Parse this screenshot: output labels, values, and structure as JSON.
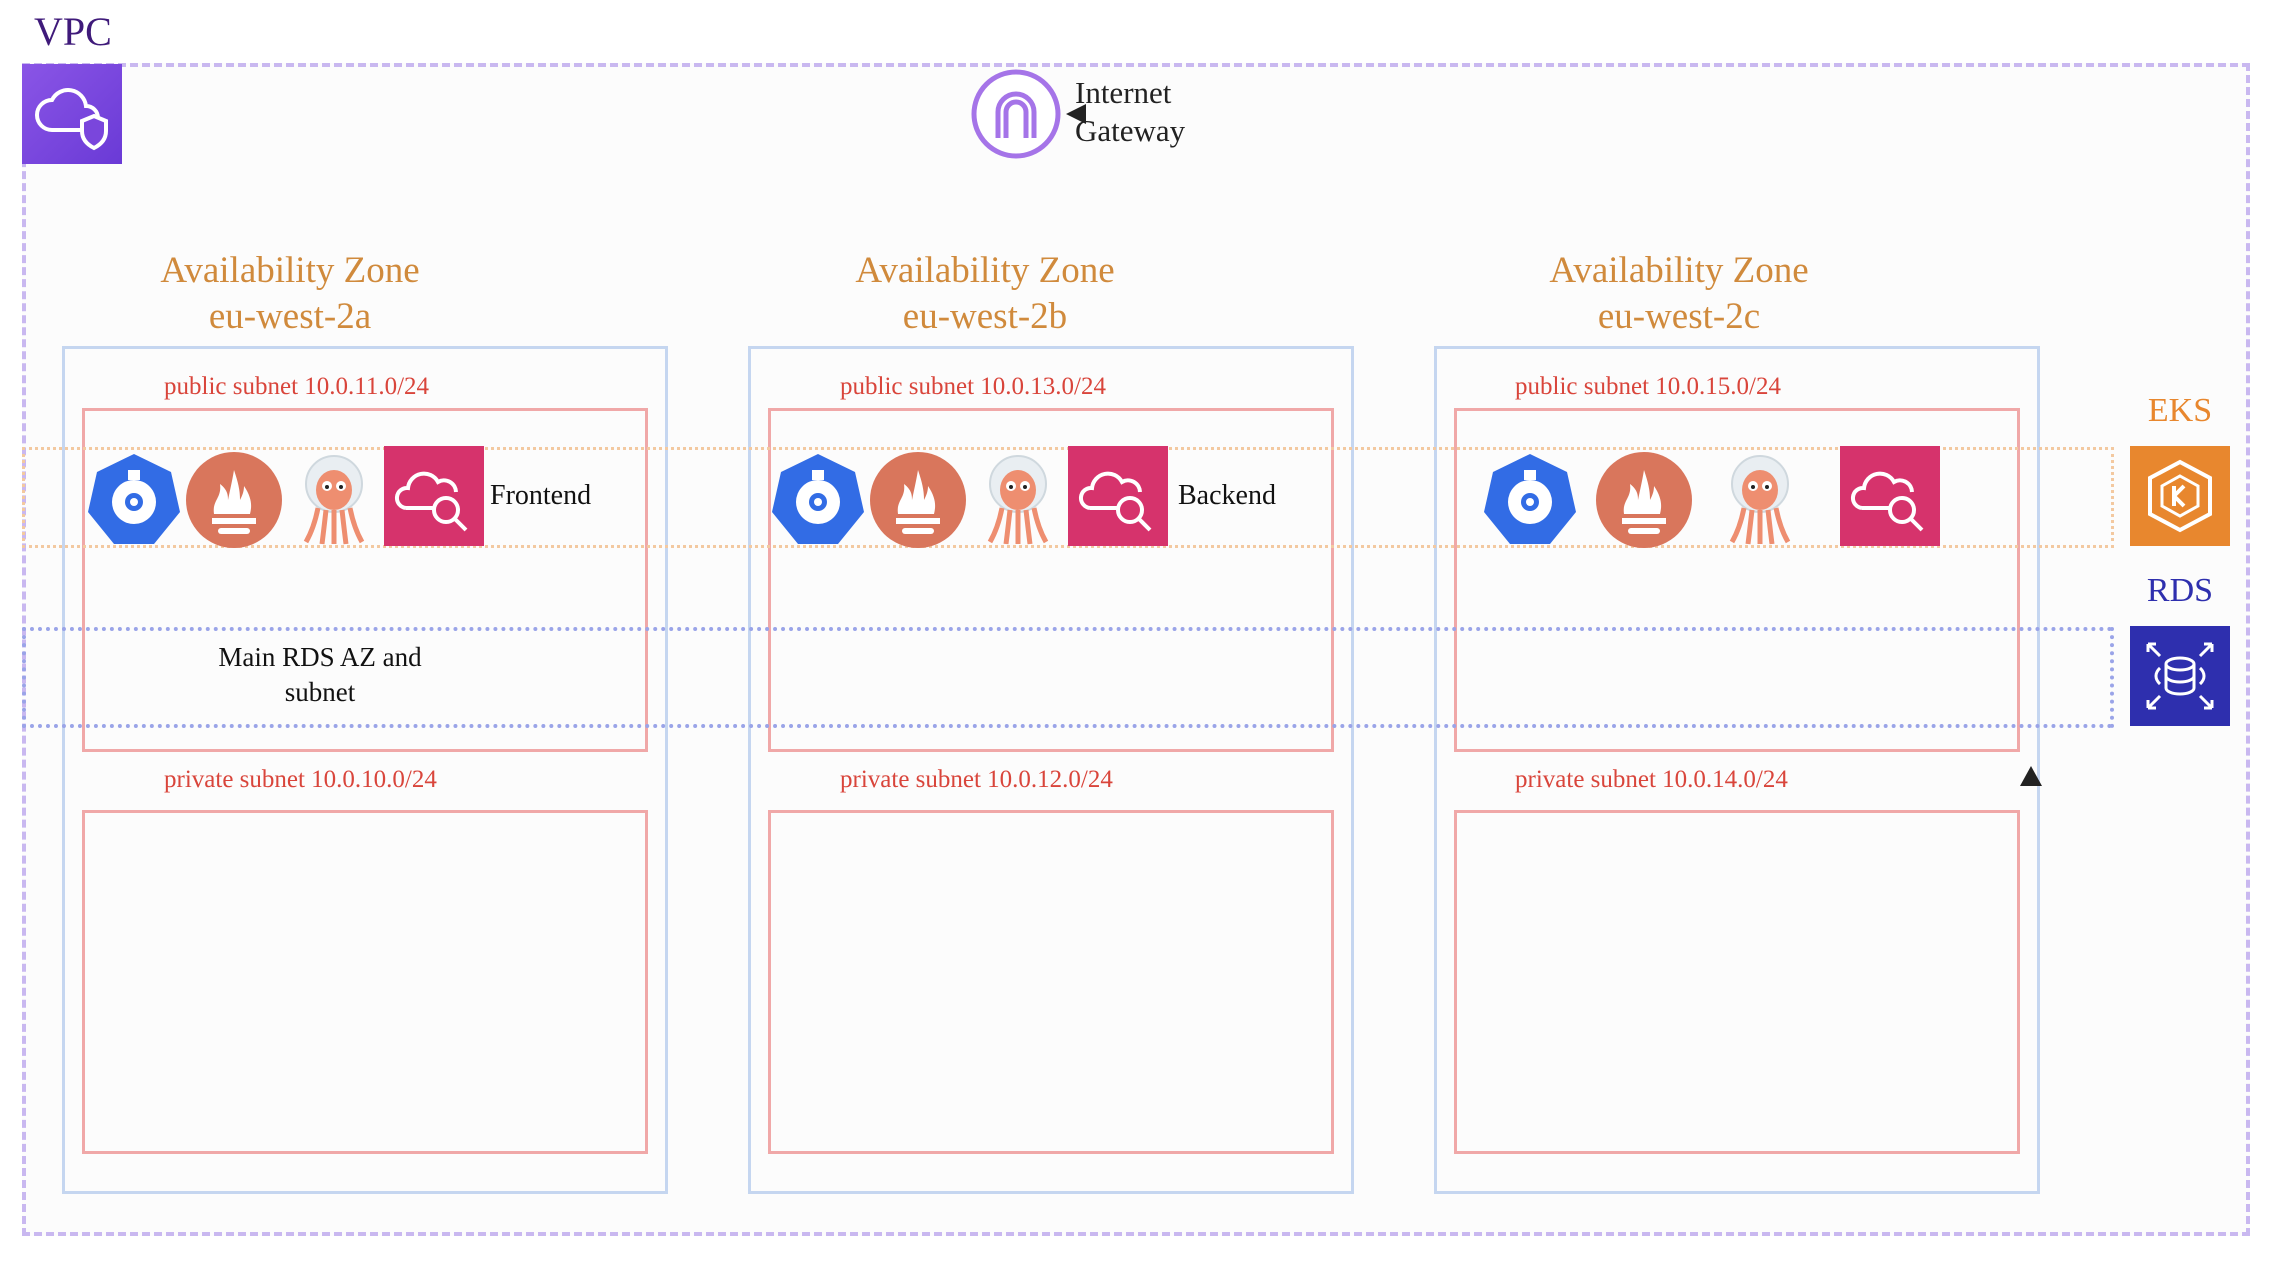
{
  "vpc": {
    "title": "VPC"
  },
  "gateway": {
    "label_line1": "Internet",
    "label_line2": "Gateway"
  },
  "zones": [
    {
      "title": "Availability Zone",
      "name": "eu-west-2a",
      "public_subnet": "public subnet 10.0.11.0/24",
      "private_subnet": "private subnet 10.0.10.0/24",
      "service_label": "Frontend"
    },
    {
      "title": "Availability Zone",
      "name": "eu-west-2b",
      "public_subnet": "public subnet 10.0.13.0/24",
      "private_subnet": "private subnet 10.0.12.0/24",
      "service_label": "Backend"
    },
    {
      "title": "Availability Zone",
      "name": "eu-west-2c",
      "public_subnet": "public subnet 10.0.15.0/24",
      "private_subnet": "private subnet 10.0.14.0/24",
      "service_label": ""
    }
  ],
  "eks": {
    "title": "EKS"
  },
  "rds": {
    "title": "RDS",
    "note_line1": "Main RDS AZ and",
    "note_line2": "subnet"
  },
  "colors": {
    "vpc": "#6a3ad6",
    "zone_title": "#d08a3c",
    "subnet": "#d9453b",
    "eks": "#e8872e",
    "rds": "#2e2fae",
    "kubernetes": "#326ce5",
    "prometheus": "#e6522c",
    "cloudwatch": "#e0326a"
  }
}
